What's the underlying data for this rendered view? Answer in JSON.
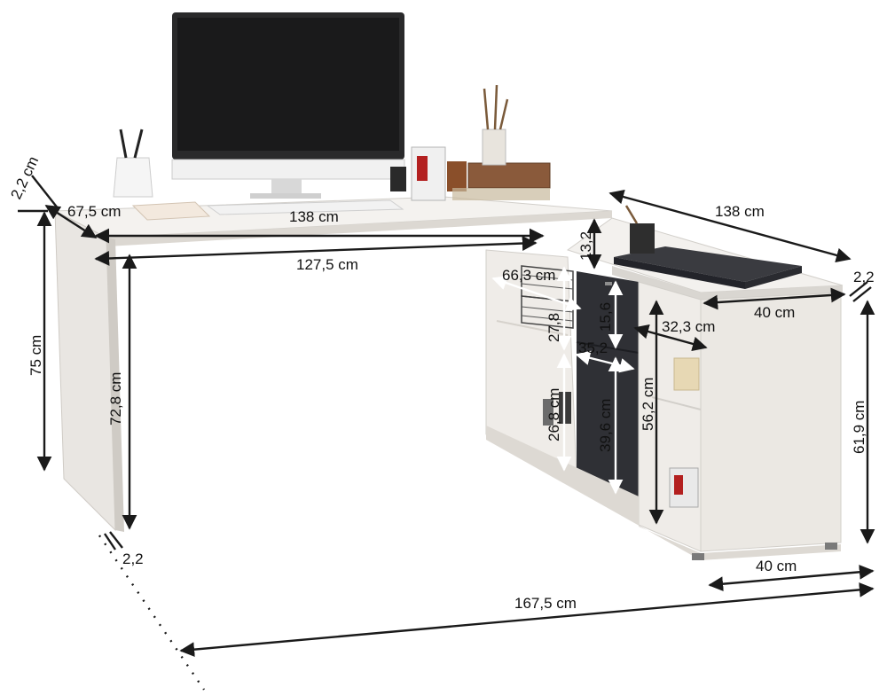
{
  "labels": {
    "top_thickness_left": "2,2 cm",
    "depth_left": "67,5 cm",
    "width_top": "138 cm",
    "inner_width": "127,5 cm",
    "height_total": "75 cm",
    "leg_height": "72,8 cm",
    "leg_thickness": "2,2",
    "side_length": "138 cm",
    "top_thickness_right": "2,2",
    "side_depth_top": "40 cm",
    "apron_height": "13,2",
    "compartment_width": "66,3 cm",
    "compartment_height": "27,8",
    "drawer_height": "15,6",
    "drawer_depth": "35,2",
    "shelf_depth": "32,3 cm",
    "lower_height": "26,8 cm",
    "door_height": "39,6 cm",
    "cabinet_height": "56,2 cm",
    "side_height": "61,9 cm",
    "side_depth_bottom": "40 cm",
    "overall_length": "167,5 cm"
  },
  "colors": {
    "desk": "#f1efec",
    "desk_shadow": "#d9d6d1",
    "dark_panel": "#2f3035",
    "arrow": "#1a1a1a",
    "arrow_on_dark": "#ffffff"
  },
  "icons": [
    "monitor",
    "pen-cup",
    "paint-can",
    "paint-box",
    "laptop",
    "basket"
  ]
}
